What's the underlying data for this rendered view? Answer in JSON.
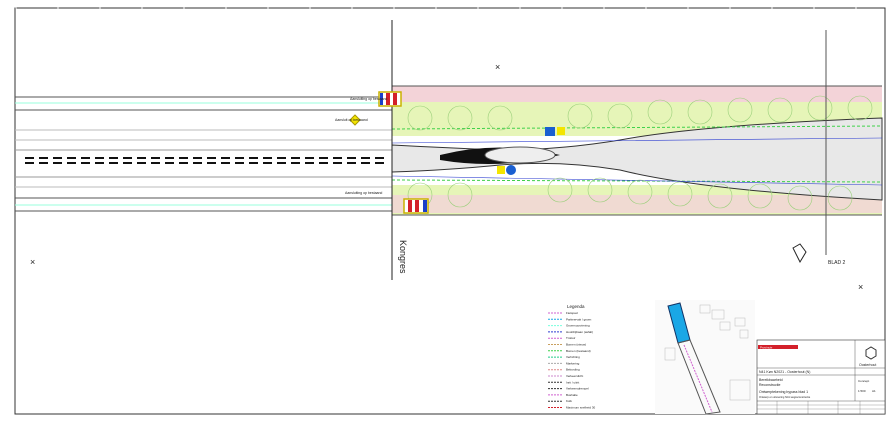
{
  "drawing": {
    "street_label": "Kongres",
    "sheet_label": "BLAD 2",
    "sign_labels": [
      "Aansluiting op bestaand",
      "Aansluiting op bestaand",
      "Aansluit op bestaand"
    ],
    "legend_title": "Legenda",
    "legend_items": [
      "Fietspad",
      "Parkeervak / groen",
      "Groenvoorziening",
      "Hoofdrijbaan (asfalt)",
      "Trottoir",
      "Bomen (nieuw)",
      "Bomen (bestaand)",
      "Verlichting",
      "Markering",
      "Bebording",
      "Verkeerslicht",
      "Inrit / uitrit",
      "Verkeersdrempel",
      "Bushalte",
      "Kolk",
      "Maximum snelheid 30"
    ],
    "title_block": {
      "company_tag": "Provincie",
      "project_line": "N41 Køn N2021 - Oosterhout (N)",
      "title_1": "Bereikbaarheid",
      "title_2": "Reconstructie",
      "title_3": "Ontwerptekening bypass blad 1",
      "title_4": "Ontwerp en uitvoering N41 wegreconstructie",
      "logo_text": "Oosterhout",
      "status": "Concept",
      "scale": "1:500",
      "format": "A1"
    },
    "colors": {
      "road_pink": "#f3d3d8",
      "green_area": "#e6f5b8",
      "green_lines": "#3fd14a",
      "blue_area": "#1aa7e6",
      "sign_yellow": "#f4e500",
      "red": "#d3202a"
    }
  }
}
